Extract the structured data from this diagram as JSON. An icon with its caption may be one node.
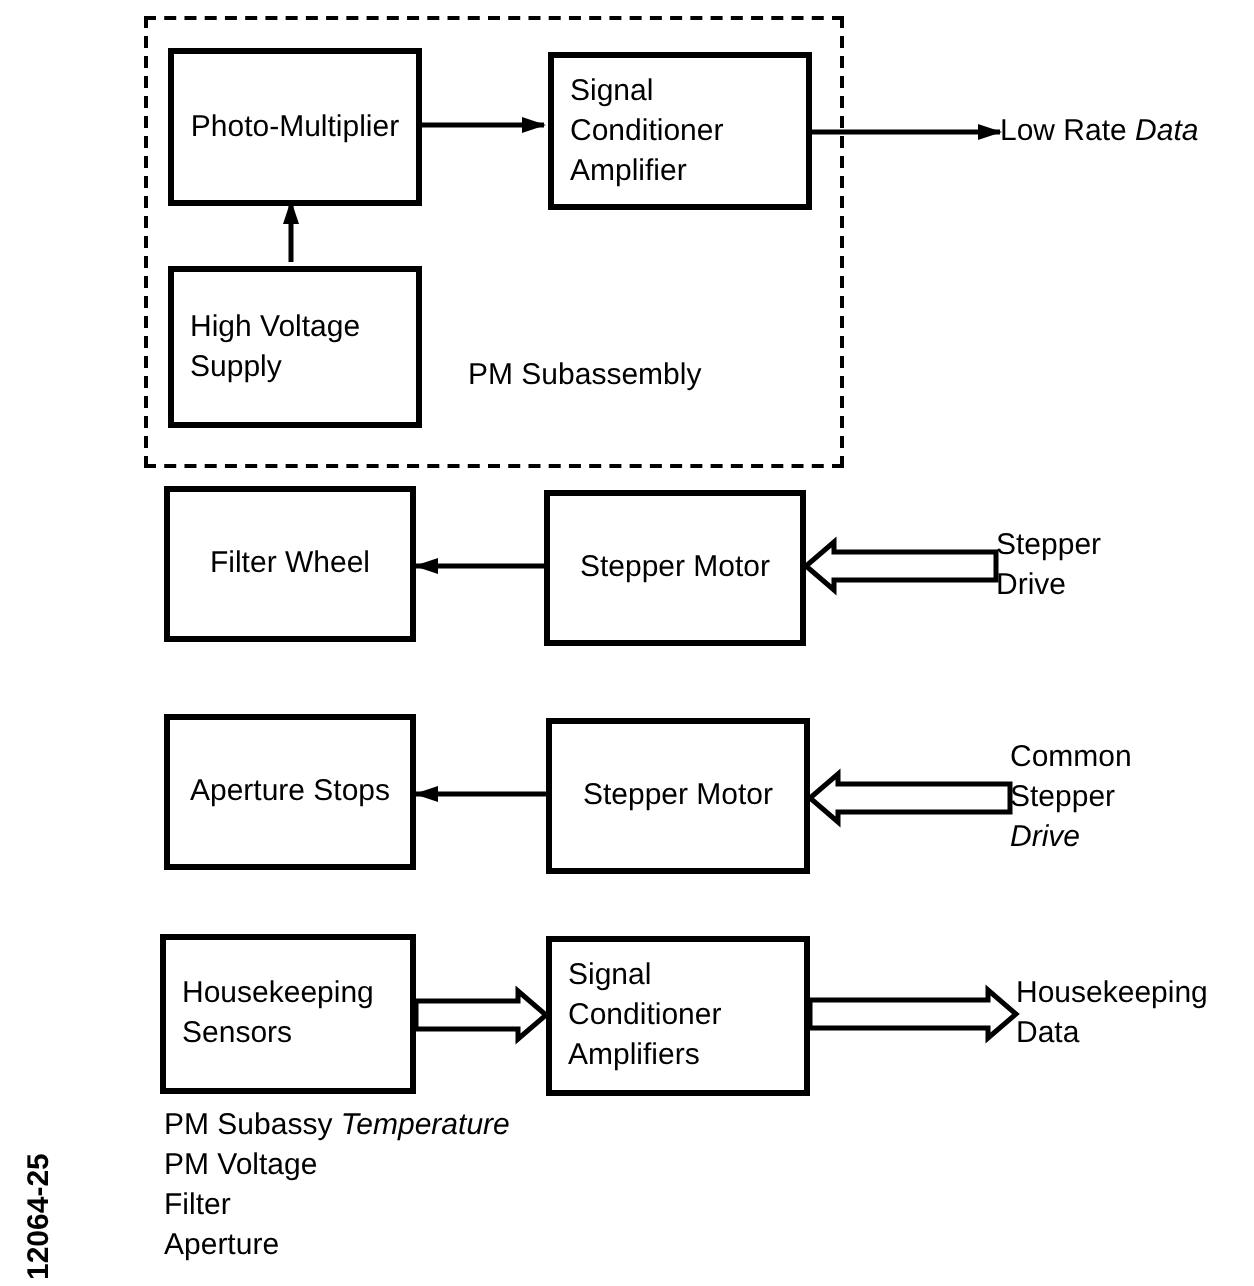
{
  "diagram": {
    "nodes": [
      {
        "text": [
          "PM Subassembly"
        ]
      },
      {
        "text": [
          "Photo-Multiplier"
        ],
        "in": 0
      },
      {
        "text": [
          "Signal Conditioner Amplifier"
        ],
        "in": 0
      },
      {
        "text": [
          "High Voltage Supply"
        ],
        "in": 0
      },
      {
        "text": [
          "Low Rate *Data*"
        ]
      },
      {
        "text": [
          "Filter Wheel"
        ]
      },
      {
        "text": [
          "Stepper Motor"
        ]
      },
      {
        "text": [
          "Stepper Drive"
        ]
      },
      {
        "text": [
          "Aperture Stops"
        ]
      },
      {
        "text": [
          "Stepper Motor"
        ]
      },
      {
        "text": [
          "Common Stepper *Drive*"
        ]
      },
      {
        "text": [
          "Housekeeping Sensors"
        ],
        "beside": [
          "PM Subassy *Temperature*",
          "PM Voltage",
          "Filter",
          "Aperture"
        ]
      },
      {
        "text": [
          "Signal Conditioner Amplifiers"
        ]
      },
      {
        "text": [
          "Housekeeping Data"
        ]
      }
    ],
    "edges": [
      {
        "from": 1,
        "to": 2,
        "arrow": "to"
      },
      {
        "from": 3,
        "to": 1,
        "arrow": "to"
      },
      {
        "from": 2,
        "to": 4,
        "arrow": "to"
      },
      {
        "from": 6,
        "to": 5,
        "arrow": "to"
      },
      {
        "from": 7,
        "to": 6,
        "arrow": "to",
        "style": "thick"
      },
      {
        "from": 9,
        "to": 8,
        "arrow": "to"
      },
      {
        "from": 10,
        "to": 9,
        "arrow": "to",
        "style": "thick"
      },
      {
        "from": 11,
        "to": 12,
        "arrow": "to",
        "style": "thick"
      },
      {
        "from": 12,
        "to": 13,
        "arrow": "to",
        "style": "thick"
      }
    ],
    "labels": [
      "12064-25"
    ]
  }
}
